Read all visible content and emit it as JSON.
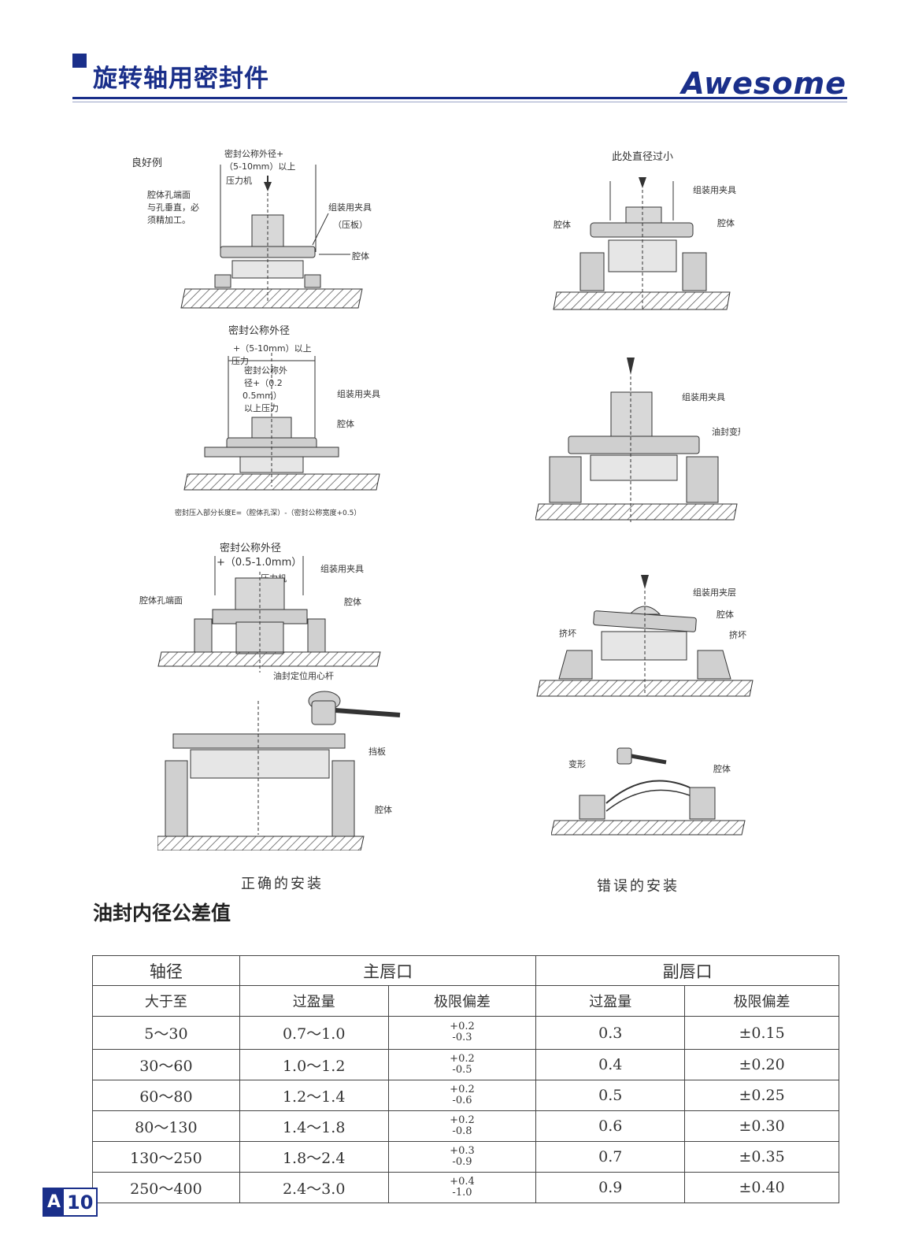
{
  "header": {
    "title": "旋转轴用密封件",
    "brand": "Awesome"
  },
  "figures": {
    "f1": {
      "title": "良好例",
      "label_top": "密封公称外径+",
      "label_top2": "（5-10mm）以上",
      "press": "压力机",
      "left_note1": "腔体孔端面",
      "left_note2": "与孔垂直，必",
      "left_note3": "须精加工。",
      "jig": "组装用夹具",
      "jig2": "（压板）",
      "housing": "腔体"
    },
    "f2": {
      "title": "此处直径过小",
      "jig": "组装用夹具",
      "housing_left": "腔体",
      "housing_right": "腔体"
    },
    "f3": {
      "title": "密封公称外径",
      "l1": "+（5-10mm）以上",
      "l2": "压力",
      "l3": "密封公称外",
      "l4": "径+（0.2",
      "l5": "0.5mm）",
      "l6": "以上压力",
      "jig": "组装用夹具",
      "housing": "腔体",
      "footnote": "密封压入部分长度E=（腔体孔深）-（密封公称宽度+0.5）"
    },
    "f4": {
      "jig": "组装用夹具",
      "deform": "油封变形"
    },
    "f5": {
      "l1": "密封公称外径",
      "l2": "+（0.5-1.0mm）",
      "press": "压力机",
      "jig": "组装用夹具",
      "face": "腔体孔端面",
      "housing": "腔体",
      "rod": "油封定位用心杆"
    },
    "f6": {
      "jig": "组装用夹层",
      "housing": "腔体",
      "crush_left": "挤坏",
      "crush_right": "挤坏"
    },
    "f7": {
      "baffle": "挡板",
      "housing": "腔体"
    },
    "f8": {
      "deform": "变形",
      "housing": "腔体"
    }
  },
  "captions": {
    "correct": "正确的安装",
    "wrong": "错误的安装"
  },
  "table": {
    "title": "油封内径公差值",
    "col_shaft": "轴径",
    "col_main": "主唇口",
    "col_sub": "副唇口",
    "sub_range": "大于至",
    "sub_interf": "过盈量",
    "sub_dev": "极限偏差",
    "sub_interf2": "过盈量",
    "sub_dev2": "极限偏差",
    "rows": [
      {
        "range": "5～30",
        "interf": "0.7～1.0",
        "dev_up": "+0.2",
        "dev_lo": "-0.3",
        "sub_interf": "0.3",
        "sub_dev": "±0.15"
      },
      {
        "range": "30～60",
        "interf": "1.0～1.2",
        "dev_up": "+0.2",
        "dev_lo": "-0.5",
        "sub_interf": "0.4",
        "sub_dev": "±0.20"
      },
      {
        "range": "60～80",
        "interf": "1.2～1.4",
        "dev_up": "+0.2",
        "dev_lo": "-0.6",
        "sub_interf": "0.5",
        "sub_dev": "±0.25"
      },
      {
        "range": "80～130",
        "interf": "1.4～1.8",
        "dev_up": "+0.2",
        "dev_lo": "-0.8",
        "sub_interf": "0.6",
        "sub_dev": "±0.30"
      },
      {
        "range": "130～250",
        "interf": "1.8～2.4",
        "dev_up": "+0.3",
        "dev_lo": "-0.9",
        "sub_interf": "0.7",
        "sub_dev": "±0.35"
      },
      {
        "range": "250～400",
        "interf": "2.4～3.0",
        "dev_up": "+0.4",
        "dev_lo": "-1.0",
        "sub_interf": "0.9",
        "sub_dev": "±0.40"
      }
    ]
  },
  "page": {
    "letter": "A",
    "number": "10"
  }
}
